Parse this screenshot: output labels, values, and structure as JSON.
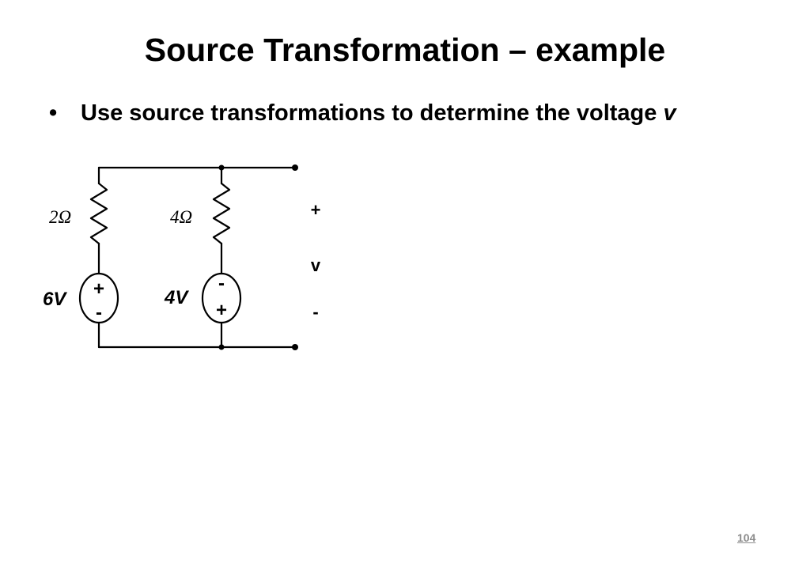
{
  "slide": {
    "title": "Source Transformation – example",
    "bullet_marker": "•",
    "bullet_text": "Use source transformations to determine the voltage ",
    "bullet_variable": "v",
    "page_number": "104"
  },
  "circuit": {
    "resistor_left_label": "2Ω",
    "resistor_right_label": "4Ω",
    "source_left_label": "6V",
    "source_left_top_sign": "+",
    "source_left_bottom_sign": "-",
    "source_right_label": "4V",
    "source_right_top_sign": "-",
    "source_right_bottom_sign": "+",
    "output_plus": "+",
    "output_var": "v",
    "output_minus": "-"
  }
}
